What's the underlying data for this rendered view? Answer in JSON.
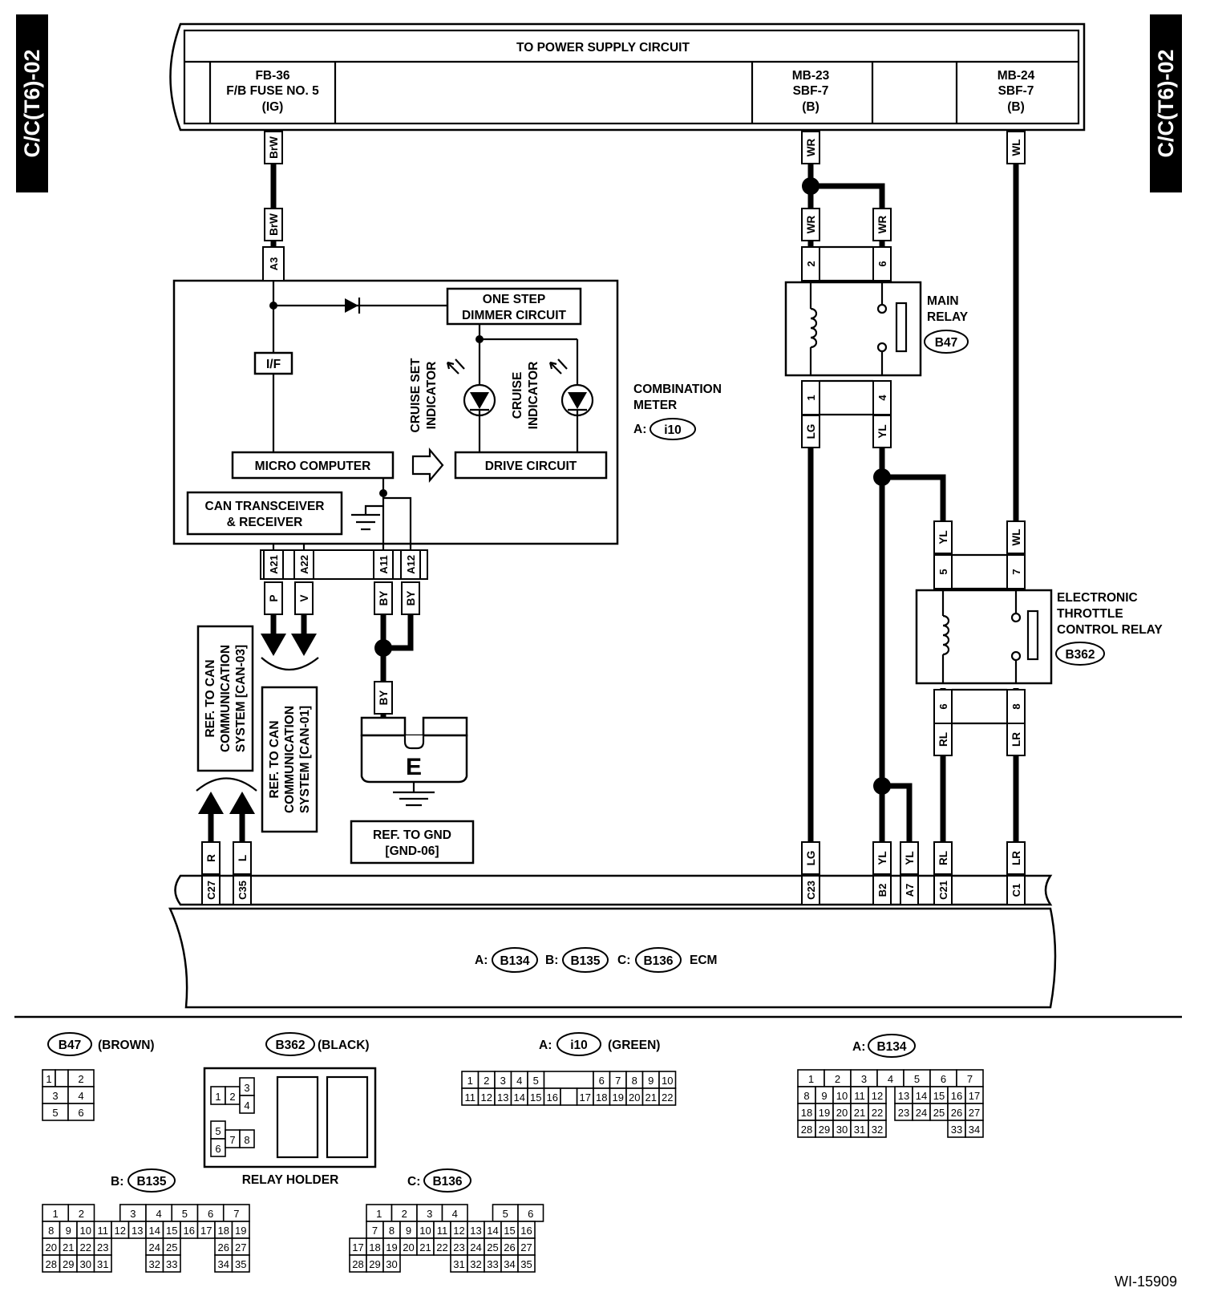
{
  "side_tab": "C/C(T6)-02",
  "power": {
    "title": "TO POWER SUPPLY CIRCUIT",
    "fuse1": [
      "FB-36",
      "F/B FUSE NO. 5",
      "(IG)"
    ],
    "fuse2": [
      "MB-23",
      "SBF-7",
      "(B)"
    ],
    "fuse3": [
      "MB-24",
      "SBF-7",
      "(B)"
    ]
  },
  "wires": {
    "brw": "BrW",
    "wr": "WR",
    "wl": "WL",
    "lg": "LG",
    "yl": "YL",
    "rl": "RL",
    "lr": "LR",
    "p": "P",
    "v": "V",
    "by": "BY",
    "r": "R",
    "l": "L"
  },
  "pins": {
    "a3": "A3",
    "a21": "A21",
    "a22": "A22",
    "a11": "A11",
    "a12": "A12",
    "mr2": "2",
    "mr6": "6",
    "mr1": "1",
    "mr4": "4",
    "et5": "5",
    "et7": "7",
    "et6": "6",
    "et8": "8",
    "c27": "C27",
    "c35": "C35",
    "c23": "C23",
    "b2": "B2",
    "a7": "A7",
    "c21": "C21",
    "c1": "C1"
  },
  "meter": {
    "dimmer": [
      "ONE STEP",
      "DIMMER CIRCUIT"
    ],
    "if": "I/F",
    "cruise_set": [
      "CRUISE SET",
      "INDICATOR"
    ],
    "cruise": [
      "CRUISE",
      "INDICATOR"
    ],
    "micro": "MICRO COMPUTER",
    "drive": "DRIVE CIRCUIT",
    "can": [
      "CAN TRANSCEIVER",
      "& RECEIVER"
    ],
    "label": [
      "COMBINATION",
      "METER"
    ],
    "prefix": "A:",
    "conn": "i10"
  },
  "main_relay": {
    "label": [
      "MAIN",
      "RELAY"
    ],
    "conn": "B47"
  },
  "et_relay": {
    "label": [
      "ELECTRONIC",
      "THROTTLE",
      "CONTROL RELAY"
    ],
    "conn": "B362"
  },
  "refs": {
    "can03": [
      "REF. TO CAN",
      "COMMUNICATION",
      "SYSTEM [CAN-03]"
    ],
    "can01": [
      "REF. TO CAN",
      "COMMUNICATION",
      "SYSTEM [CAN-01]"
    ],
    "gnd": [
      "REF. TO GND",
      "[GND-06]"
    ]
  },
  "ground_letter": "E",
  "ecm": {
    "a_prefix": "A:",
    "a": "B134",
    "b_prefix": "B:",
    "b": "B135",
    "c_prefix": "C:",
    "c": "B136",
    "label": "ECM"
  },
  "connectors": {
    "b47": {
      "id": "B47",
      "color": "(BROWN)"
    },
    "b362": {
      "id": "B362",
      "color": "(BLACK)",
      "holder": "RELAY HOLDER"
    },
    "i10": {
      "prefix": "A:",
      "id": "i10",
      "color": "(GREEN)"
    },
    "b134": {
      "prefix": "A:",
      "id": "B134"
    },
    "b135": {
      "prefix": "B:",
      "id": "B135"
    },
    "b136": {
      "prefix": "C:",
      "id": "B136"
    }
  },
  "code": "WI-15909"
}
